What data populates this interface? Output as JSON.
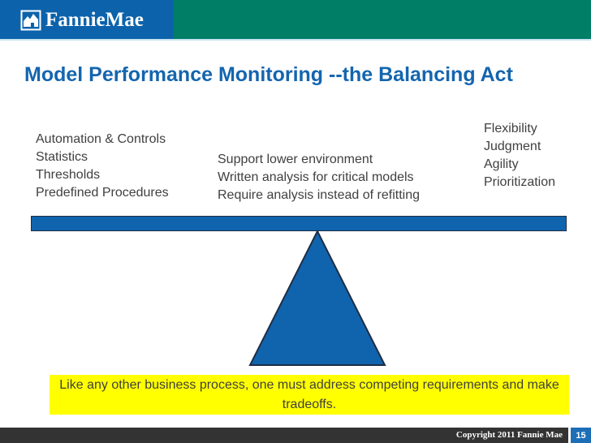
{
  "slide": {
    "title": "Model Performance Monitoring --the Balancing Act"
  },
  "header": {
    "logo_text": "FannieMae",
    "colors": {
      "bar_blue": "#0d63ab",
      "bar_green": "#007e66",
      "accent_line": "#c8e4f2"
    }
  },
  "balance": {
    "left_items": [
      "Automation & Controls",
      "Statistics",
      "Thresholds",
      "Predefined Procedures"
    ],
    "center_items": [
      "Support lower environment",
      "Written analysis for critical models",
      "Require analysis instead of refitting"
    ],
    "right_items": [
      "Flexibility",
      "Judgment",
      "Agility",
      "Prioritization"
    ],
    "beam_color": "#1064ae"
  },
  "callout": {
    "text": "Like any other business process, one must address competing requirements and make tradeoffs.",
    "background_color": "#ffff00"
  },
  "footer": {
    "copyright": "Copyright 2011 Fannie Mae",
    "page_number": "15",
    "bar_color": "#333333",
    "page_box_color": "#1d6eb7"
  }
}
